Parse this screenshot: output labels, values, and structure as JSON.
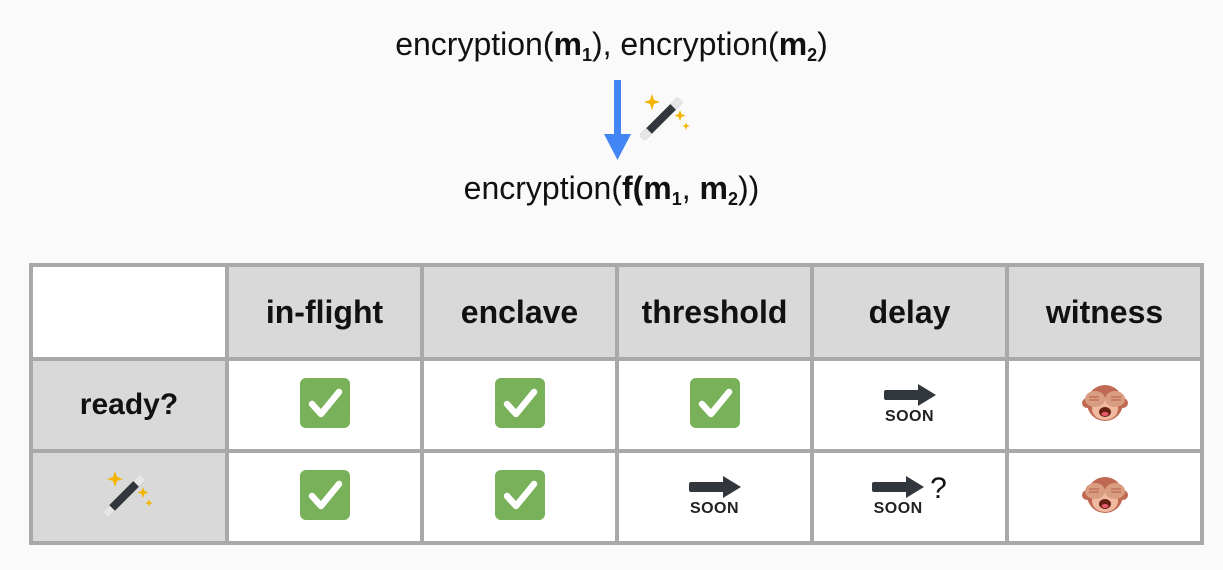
{
  "formula_top": {
    "func": "encryption(",
    "m1": "m",
    "sub1": "1",
    "mid": "), encryption(",
    "m2": "m",
    "sub2": "2",
    "end": ")"
  },
  "formula_bottom": {
    "func": "encryption(",
    "f": "f",
    "open": "(",
    "m1": "m",
    "sub1": "1",
    "comma": ", ",
    "m2": "m",
    "sub2": "2",
    "end": "))"
  },
  "colors": {
    "arrow": "#4285f4",
    "check_bg": "#78b159",
    "soon_arrow": "#31373d",
    "header_bg": "#d9d9d9",
    "border": "#a9a9a9"
  },
  "table": {
    "columns": [
      "in-flight",
      "enclave",
      "threshold",
      "delay",
      "witness"
    ],
    "rows": [
      {
        "label": "ready?",
        "label_icon": "",
        "cells": [
          "check",
          "check",
          "check",
          "soon",
          "see-no-evil-monkey"
        ]
      },
      {
        "label": "",
        "label_icon": "magic-wand-icon",
        "cells": [
          "check",
          "check",
          "soon",
          "soon-question",
          "see-no-evil-monkey"
        ]
      }
    ],
    "soon_label": "SOON",
    "question_mark": "?"
  }
}
